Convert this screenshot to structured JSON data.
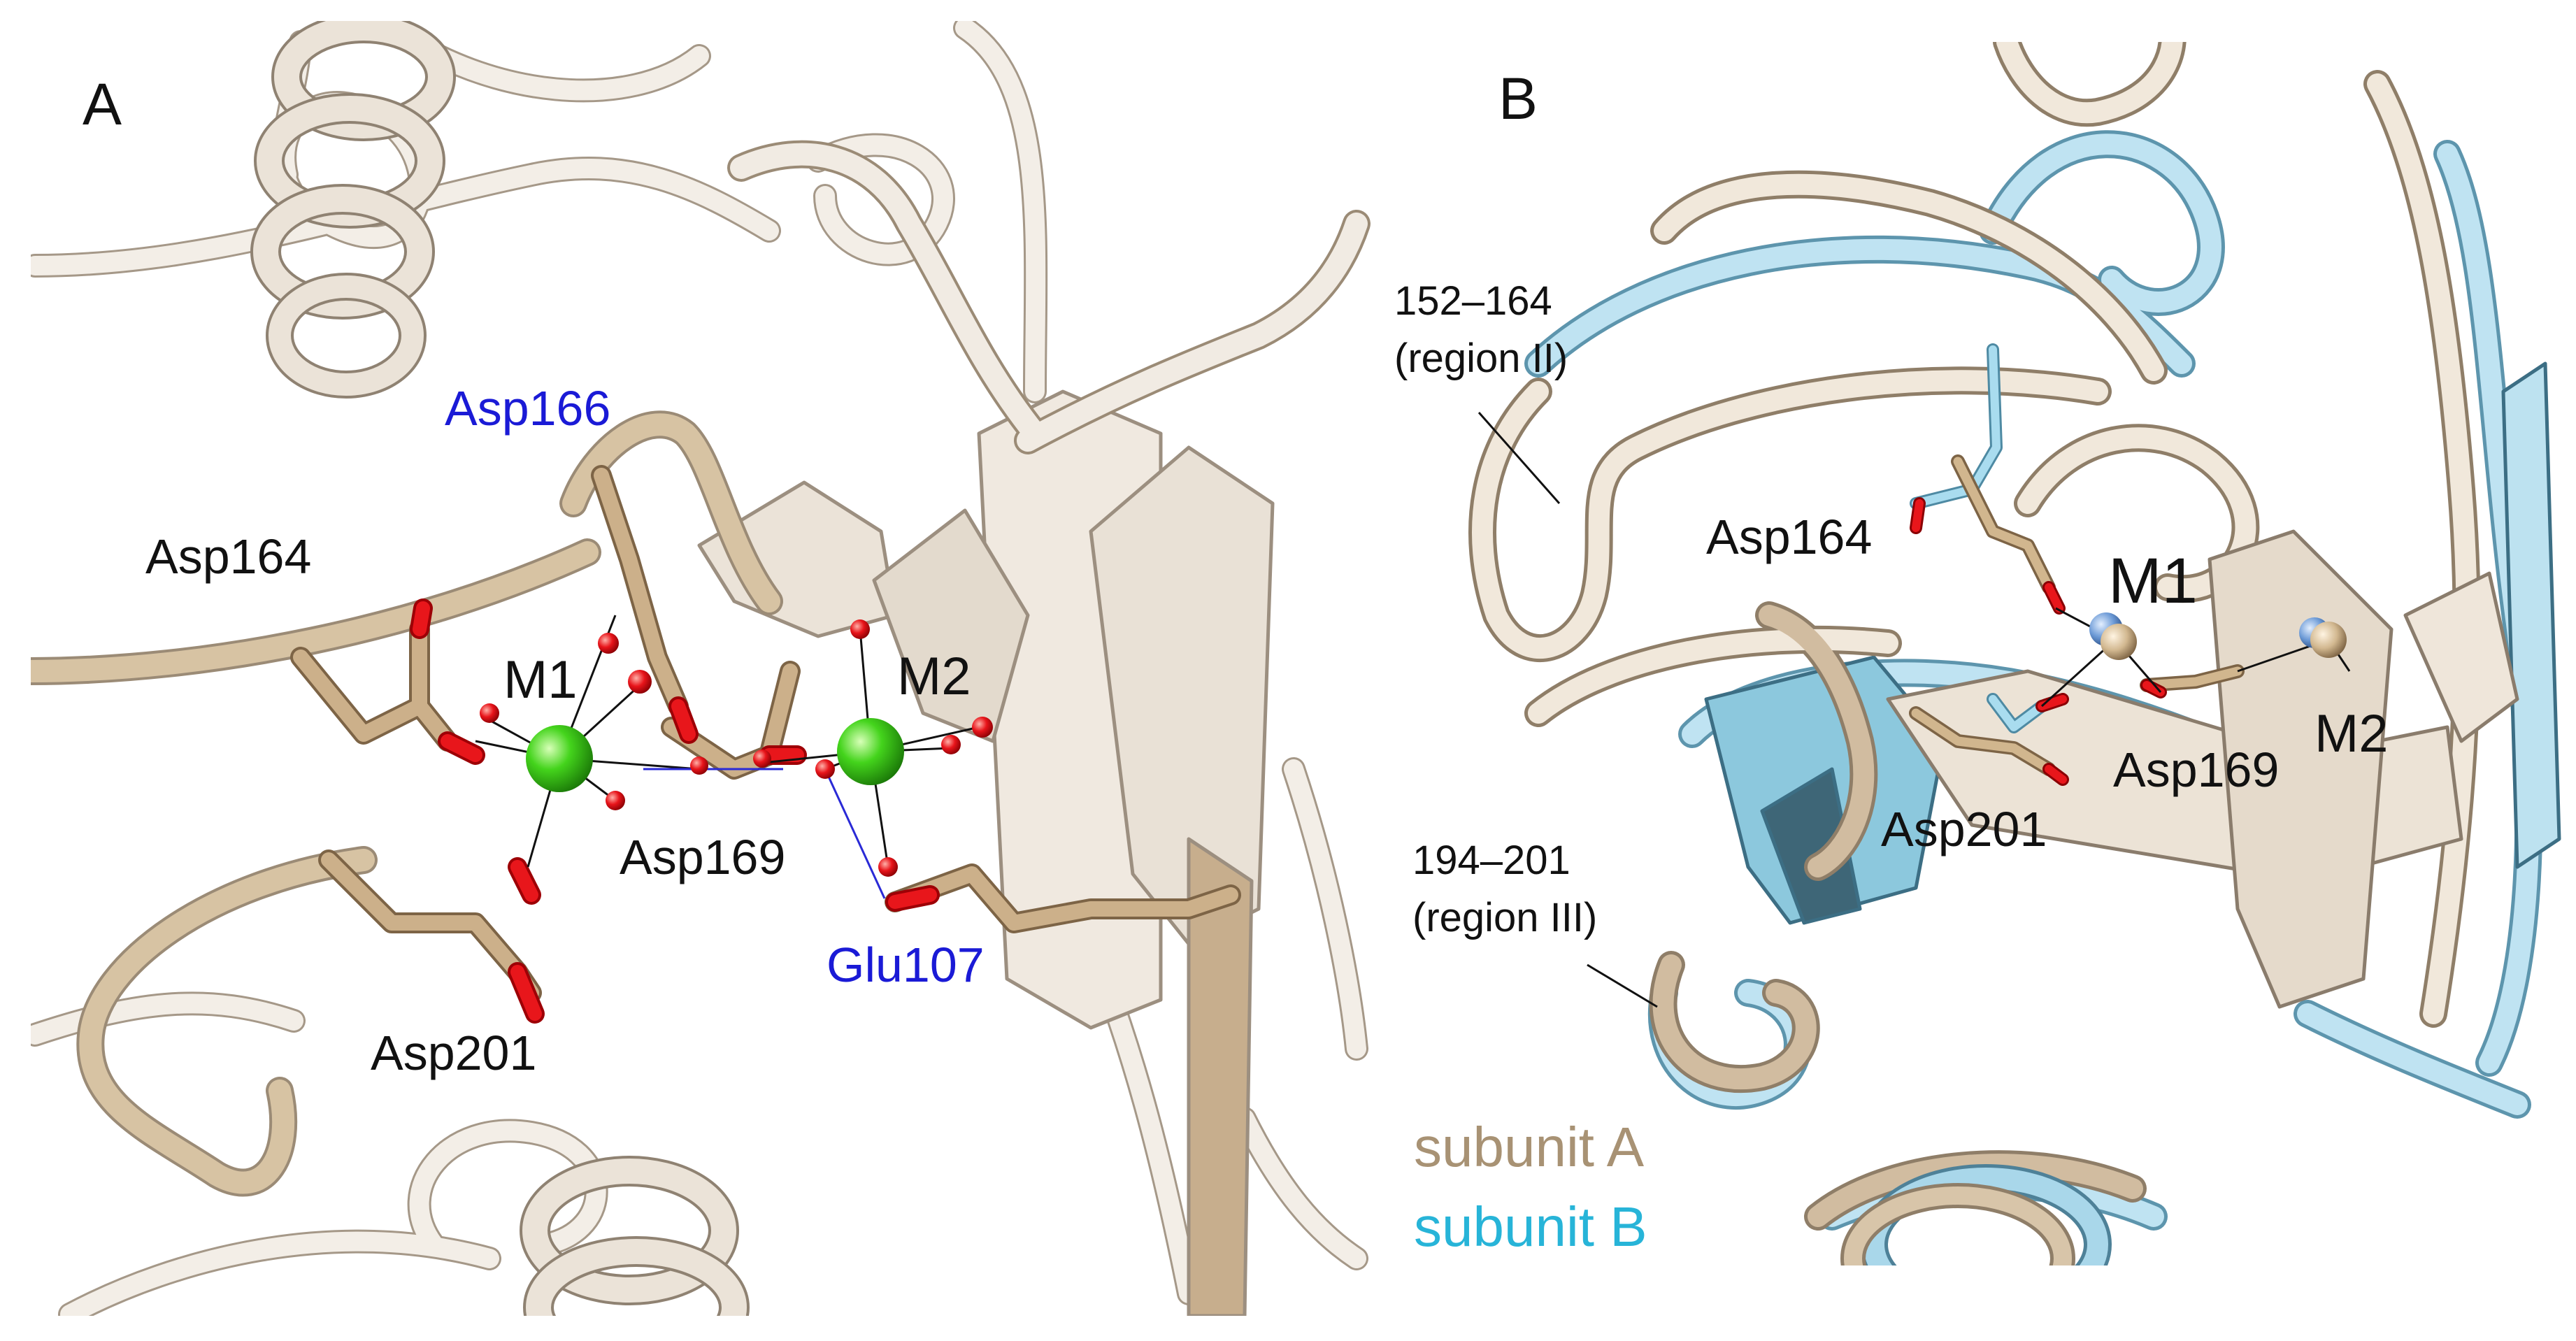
{
  "panels": [
    {
      "label": "A",
      "residue_labels": [
        "Asp166",
        "Asp164",
        "Asp169",
        "Asp201",
        "Glu107"
      ],
      "metal_labels": [
        "M1",
        "M2"
      ]
    },
    {
      "label": "B",
      "residue_labels": [
        "Asp164",
        "Asp169",
        "Asp201"
      ],
      "metal_labels": [
        "M1",
        "M2"
      ],
      "region_labels": [
        {
          "range": "152–164",
          "name": "(region II)"
        },
        {
          "range": "194–201",
          "name": "(region III)"
        }
      ],
      "legend": [
        {
          "label": "subunit A",
          "color": "#a89274"
        },
        {
          "label": "subunit B",
          "color": "#27b4d8"
        }
      ]
    }
  ],
  "colors": {
    "ribbon": "#ece4da",
    "ribbon_edge": "#8a7c6c",
    "residue_tan": "#c8ae8a",
    "oxygen": "#e31a1c",
    "metal_green": "#3fd11a",
    "metal_blue": "#5b8fd1",
    "highlight_label": "#1a1ad6",
    "subunit_b": "#a9d7ea"
  }
}
